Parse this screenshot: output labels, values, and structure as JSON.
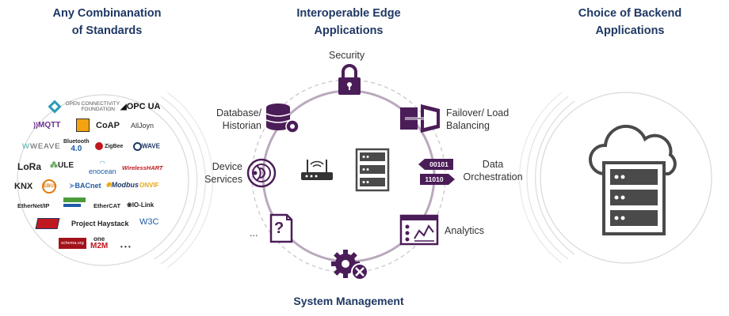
{
  "columns": {
    "standards_title": [
      "Any Combinanation",
      "of Standards"
    ],
    "edge_title": [
      "Interoperable Edge",
      "Applications"
    ],
    "backend_title": [
      "Choice of Backend",
      "Applications"
    ]
  },
  "ring": {
    "security": "Security",
    "database": [
      "Database/",
      "Historian"
    ],
    "failover": [
      "Failover/ Load",
      "Balancing"
    ],
    "device": [
      "Device",
      "Services"
    ],
    "data_orch": [
      "Data",
      "Orchestration"
    ],
    "analytics": "Analytics",
    "more": "...",
    "system": "System Management",
    "bits_top": "00101",
    "bits_bottom": "11010",
    "help_symbol": "?"
  },
  "standards_logos": {
    "ocf": [
      "OPEN CONNECTIVITY",
      "FOUNDATION"
    ],
    "opcua": "OPC UA",
    "mqtt": "MQTT",
    "coap": "CoAP",
    "alljoyn": "AllJoyn",
    "weave": "WEAVE",
    "bluetooth": [
      "Bluetooth",
      "4.0"
    ],
    "zigbee": "ZigBee",
    "zwave": "WAVE",
    "lora": "LoRa",
    "ule": "ULE",
    "enocean": "enocean",
    "wirelesshart": "WirelessHART",
    "knx": "KNX",
    "ebus": "EBUS",
    "bacnet": "BACnet",
    "modbus": "Modbus",
    "onvif": "ONVIF",
    "ethernetip": "EtherNet/IP",
    "ethercat": "EtherCAT",
    "iolink": "IO-Link",
    "haystack": "Project Haystack",
    "w3c": "W3C",
    "schemaorg": "schema.org",
    "onem2m": [
      "one",
      "M2M"
    ],
    "ellipsis": "• • •"
  },
  "colors": {
    "title_blue": "#1f3864",
    "accent_purple": "#4b1d58",
    "ring_gray": "#b9a9bd",
    "ring_dashed": "#cfcfcf",
    "server_gray": "#4a4a4a"
  }
}
